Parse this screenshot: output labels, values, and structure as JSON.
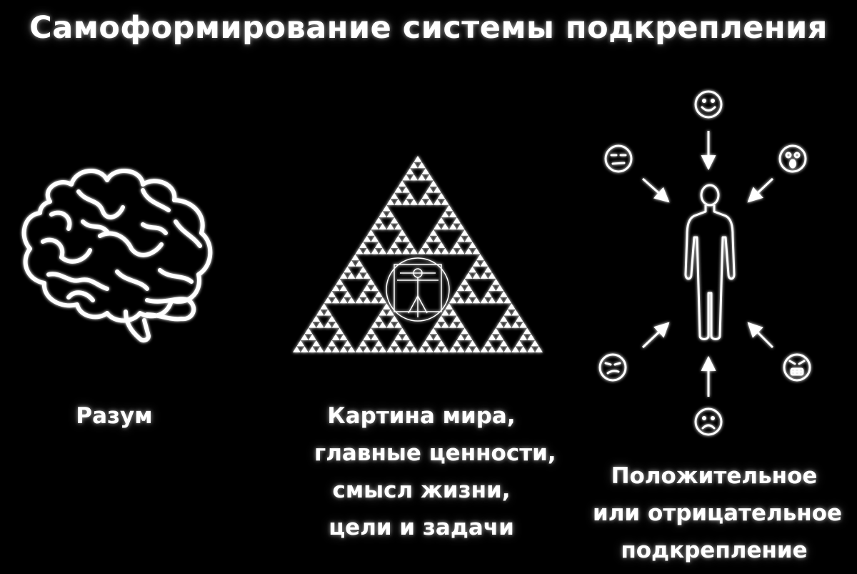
{
  "title": "Самоформирование системы подкрепления",
  "stages": [
    {
      "id": "mind",
      "icon": "brain-icon",
      "lines": [
        "Разум"
      ]
    },
    {
      "id": "worldview",
      "icon": "sierpinski-vitruvian-icon",
      "lines": [
        "Картина мира,",
        "главные ценности,",
        "смысл жизни,",
        "цели и задачи"
      ]
    },
    {
      "id": "reinforcement",
      "icon": "person-emotions-icon",
      "lines": [
        "Положительное",
        "или отрицательное",
        "подкрепление"
      ]
    }
  ],
  "emotions": [
    "smile-icon",
    "shocked-icon",
    "angry-icon",
    "sad-icon",
    "skeptical-icon",
    "annoyed-icon"
  ],
  "colors": {
    "background": "#000000",
    "foreground": "#ffffff"
  }
}
